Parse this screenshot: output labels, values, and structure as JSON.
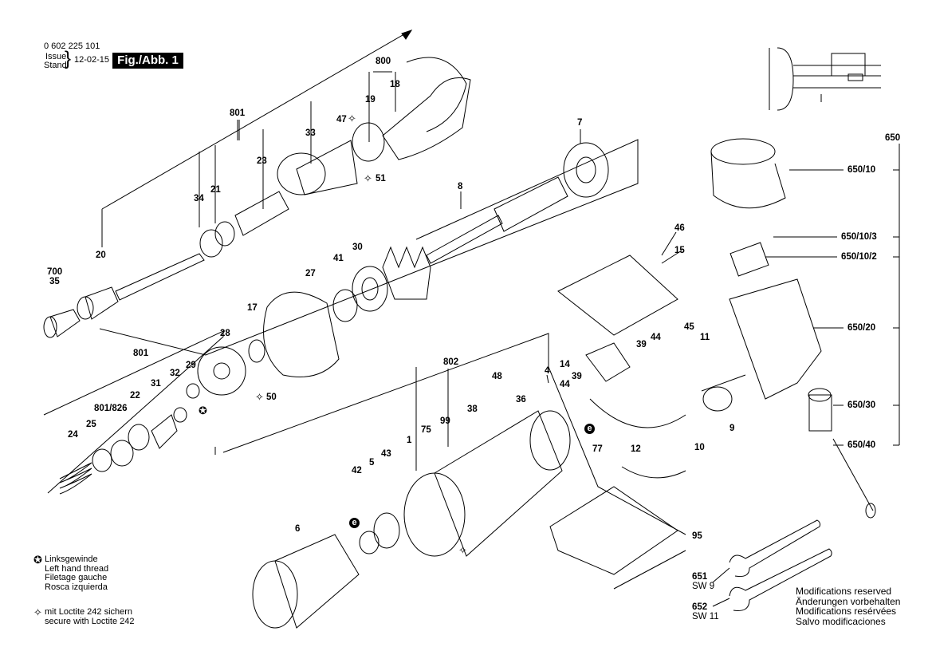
{
  "header": {
    "part_number": "0 602 225 101",
    "issue_label": "Issue",
    "stand_label": "Stand",
    "date": "12-02-15",
    "figure_label": "Fig./Abb. 1"
  },
  "callouts": {
    "c0_1": "0 602 225 101",
    "c800": "800",
    "c801a": "801",
    "c801b": "801",
    "c801_826": "801/826",
    "c802": "802",
    "c700": "700",
    "c35": "35",
    "c20": "20",
    "c34": "34",
    "c21": "21",
    "c23": "23",
    "c33": "33",
    "c19": "19",
    "c18": "18",
    "c47": "47",
    "c51": "51",
    "c7": "7",
    "c8": "8",
    "c27": "27",
    "c41": "41",
    "c30": "30",
    "c17": "17",
    "c28": "28",
    "c29": "29",
    "c50": "50",
    "c32": "32",
    "c31": "31",
    "c22": "22",
    "c25": "25",
    "c24": "24",
    "c46": "46",
    "c15": "15",
    "c4": "4",
    "c48": "48",
    "c36": "36",
    "c38": "38",
    "c99": "99",
    "c75": "75",
    "c1": "1",
    "c43": "43",
    "c5": "5",
    "c42": "42",
    "c6": "6",
    "c14": "14",
    "c39a": "39",
    "c44a": "44",
    "c39b": "39",
    "c44b": "44",
    "c45": "45",
    "c11": "11",
    "c10": "10",
    "c9": "9",
    "c77": "77",
    "c12": "12",
    "c95": "95",
    "c650": "650",
    "c650_10": "650/10",
    "c650_10_3": "650/10/3",
    "c650_10_2": "650/10/2",
    "c650_20": "650/20",
    "c650_30": "650/30",
    "c650_40": "650/40",
    "c651": "651",
    "sw9": "SW 9",
    "c652": "652",
    "sw11": "SW 11"
  },
  "symbols": {
    "e_marker": "e",
    "left_thread_marker": "✪",
    "loctite_marker": "✧"
  },
  "legend": {
    "left_thread": [
      "Linksgewinde",
      "Left hand thread",
      "Filetage gauche",
      "Rosca izquierda"
    ],
    "loctite": [
      "mit Loctite 242 sichern",
      "secure with Loctite 242"
    ]
  },
  "modifications": [
    "Modifications reserved",
    "Änderungen vorbehalten",
    "Modifications resérvées",
    "Salvo modificaciones"
  ]
}
